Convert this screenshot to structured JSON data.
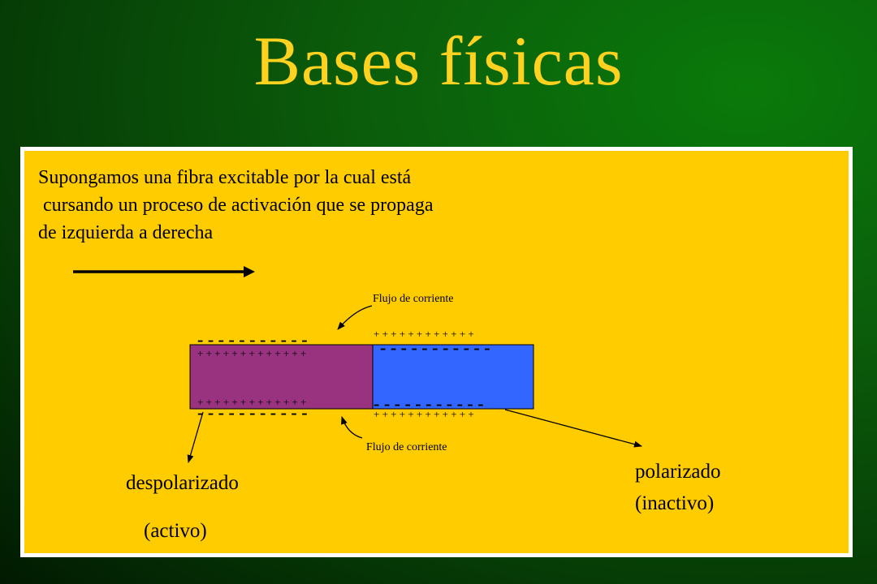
{
  "slide": {
    "title": "Bases físicas",
    "intro": [
      "Supongamos una fibra excitable por la cual está",
      " cursando un proceso de activación que se propaga",
      "de izquierda a derecha"
    ]
  },
  "diagram": {
    "flow_top_label": "Flujo de corriente",
    "flow_bottom_label": "Flujo de corriente",
    "left_top_outer": "- - - - - - - - - - -",
    "left_top_inner": "+ + + + + + + + + + + + +",
    "left_bottom_inner": "+ + + + + + + + + + + + +",
    "left_bottom_outer": "- - - - - - - - - - -",
    "right_top_outer": "+ + + + + + + + + + + +",
    "right_top_inner": "- - - - - - - - - - -",
    "right_bottom_inner": "- - - - - - - - - - -",
    "right_bottom_outer": "+ + + + + + + + + + + +",
    "depolarized_label": "despolarizado",
    "active_label": "(activo)",
    "polarized_label": "polarizado",
    "inactive_label": "(inactivo)"
  },
  "colors": {
    "title": "#ffd21f",
    "panel": "#ffcc00",
    "active_segment": "#993380",
    "inactive_segment": "#3366ff"
  }
}
